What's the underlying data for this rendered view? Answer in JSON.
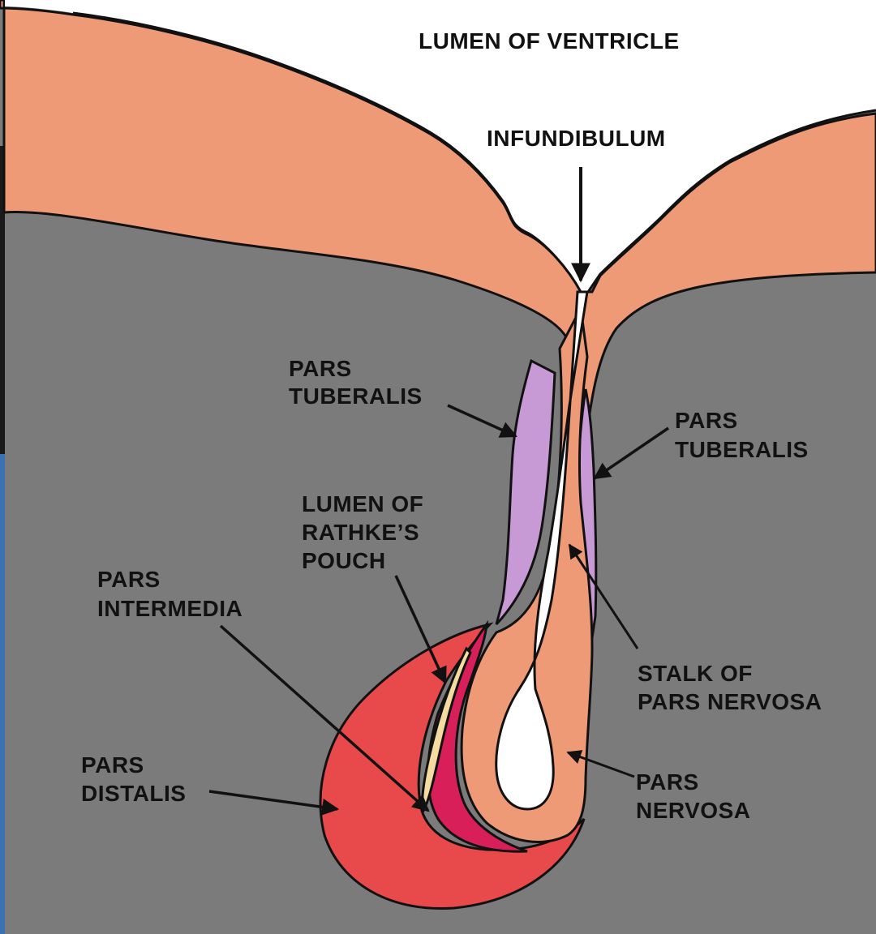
{
  "title": "LUMEN OF VENTRICLE",
  "labels": {
    "infundibulum": "INFUNDIBULUM",
    "pars_tuberalis_left": [
      "PARS",
      "TUBERALIS"
    ],
    "pars_tuberalis_right": [
      "PARS",
      "TUBERALIS"
    ],
    "lumen_rathke": [
      "LUMEN OF",
      "RATHKE’S",
      "POUCH"
    ],
    "pars_intermedia": [
      "PARS",
      "INTERMEDIA"
    ],
    "stalk_pars_nervosa": [
      "STALK OF",
      "PARS NERVOSA"
    ],
    "pars_distalis": [
      "PARS",
      "DISTALIS"
    ],
    "pars_nervosa": [
      "PARS",
      "NERVOSA"
    ]
  },
  "colors": {
    "background_tissue": "#7b7b7b",
    "brain_tissue": "#ef9a76",
    "lumen": "#ffffff",
    "pars_tuberalis": "#c79ad6",
    "pars_distalis": "#e84a4c",
    "pars_intermedia": "#d81f5a",
    "rathke_lumen": "#f4dca0",
    "outline": "#111111",
    "left_edge_accent": "#3a72b4"
  }
}
